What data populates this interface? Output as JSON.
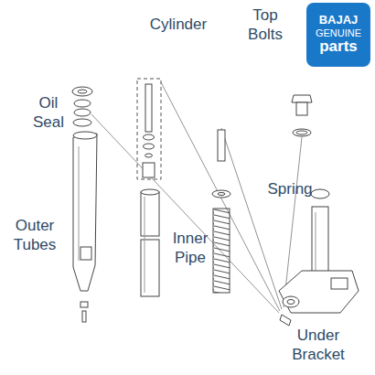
{
  "diagram": {
    "nodes": [
      {
        "text": [
          "BAJAJ",
          "GENUINE",
          "parts"
        ]
      }
    ],
    "labels": [
      "Cylinder",
      "Top Bolts",
      "Oil Seal",
      "Spring",
      "Outer Tubes",
      "Inner Pipe",
      "Under Bracket"
    ]
  }
}
